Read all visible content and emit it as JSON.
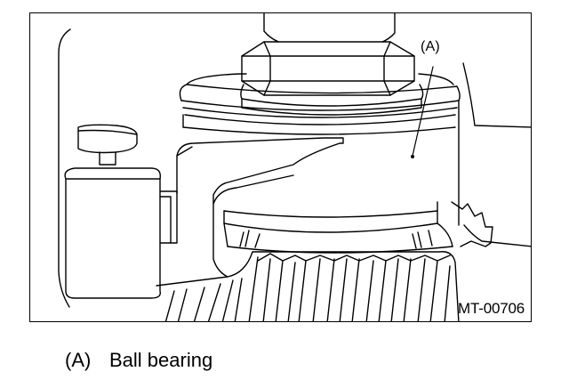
{
  "diagram": {
    "callout": "(A)",
    "figure_code": "MT-00706"
  },
  "legend": [
    {
      "key": "(A)",
      "text": "Ball bearing"
    }
  ],
  "colors": {
    "line": "#000000",
    "background": "#ffffff"
  }
}
